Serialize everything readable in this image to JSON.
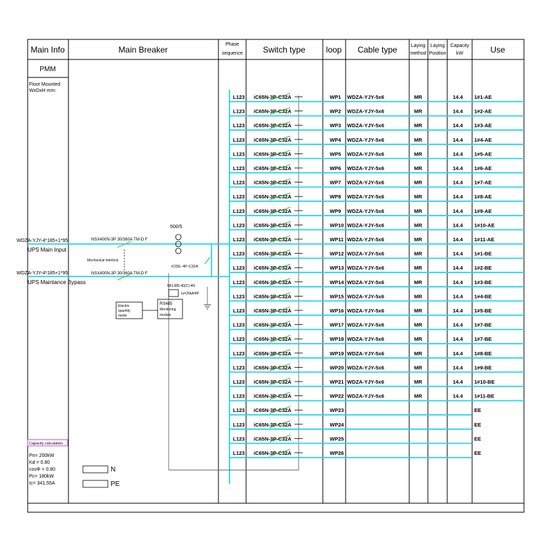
{
  "headers": {
    "main_info": "Main Info",
    "main_breaker": "Main Breaker",
    "phase_1": "Phase",
    "phase_2": "sequence",
    "switch_type": "Switch type",
    "loop": "loop",
    "cable_type": "Cable type",
    "laying_method_1": "Laying",
    "laying_method_2": "method",
    "laying_position_1": "Laying",
    "laying_position_2": "Position",
    "capacity_1": "Capacity",
    "capacity_2": "kW",
    "use": "Use"
  },
  "main_info": {
    "name": "PMM",
    "mount_1": "Floor Mounted",
    "mount_2": "WxDxH mm:",
    "capacity_title": "Capacity calculation",
    "pn": "Pn= 200kW",
    "kd": "Kd = 0.80",
    "cos": "cosΦ = 0.80",
    "pc": "Pc= 180kW",
    "ic": "Ic= 341.55A"
  },
  "breaker": {
    "ct": "500/5",
    "cable_main": "WDZA-YJY-4*185+1*95",
    "cable_bypass": "WDZA-YJY-4*185+1*95",
    "label_main": "UPS Main Input",
    "label_bypass": "UPS Maintance Bypass",
    "breaker_main": "NSX400N-3P 30/360A TM-D F",
    "breaker_bypass": "NSX400N-3P 30/360A TM-D F",
    "interlock": "Mechanical interlock",
    "spd_breaker": "iC65L-4P-C32A",
    "spd_1": "NFL385-40(C)-4N",
    "spd_2": "Iu=20kA/4P",
    "meter_1": "Electric",
    "meter_2": "quantity",
    "meter_3": "meter",
    "mod_1": "RS485",
    "mod_2": "Monitoring",
    "mod_3": "module",
    "legend_n": "N",
    "legend_pe": "PE"
  },
  "rows": [
    {
      "phase": "L123",
      "switch": "iC65N-3P-C32A",
      "loop": "WP1",
      "cable": "WDZA-YJY-5x6",
      "method": "MR",
      "capacity": "14.4",
      "use": "1#1-AE"
    },
    {
      "phase": "L123",
      "switch": "iC65N-3P-C32A",
      "loop": "WP2",
      "cable": "WDZA-YJY-5x6",
      "method": "MR",
      "capacity": "14.4",
      "use": "1#2-AE"
    },
    {
      "phase": "L123",
      "switch": "iC65N-3P-C32A",
      "loop": "WP3",
      "cable": "WDZA-YJY-5x6",
      "method": "MR",
      "capacity": "14.4",
      "use": "1#3-AE"
    },
    {
      "phase": "L123",
      "switch": "iC65N-3P-C32A",
      "loop": "WP4",
      "cable": "WDZA-YJY-5x6",
      "method": "MR",
      "capacity": "14.4",
      "use": "1#4-AE"
    },
    {
      "phase": "L123",
      "switch": "iC65N-3P-C32A",
      "loop": "WP5",
      "cable": "WDZA-YJY-5x6",
      "method": "MR",
      "capacity": "14.4",
      "use": "1#5-AE"
    },
    {
      "phase": "L123",
      "switch": "iC65N-3P-C32A",
      "loop": "WP6",
      "cable": "WDZA-YJY-5x6",
      "method": "MR",
      "capacity": "14.4",
      "use": "1#6-AE"
    },
    {
      "phase": "L123",
      "switch": "iC65N-3P-C32A",
      "loop": "WP7",
      "cable": "WDZA-YJY-5x6",
      "method": "MR",
      "capacity": "14.4",
      "use": "1#7-AE"
    },
    {
      "phase": "L123",
      "switch": "iC65N-3P-C32A",
      "loop": "WP8",
      "cable": "WDZA-YJY-5x6",
      "method": "MR",
      "capacity": "14.4",
      "use": "1#8-AE"
    },
    {
      "phase": "L123",
      "switch": "iC65N-3P-C32A",
      "loop": "WP9",
      "cable": "WDZA-YJY-5x6",
      "method": "MR",
      "capacity": "14.4",
      "use": "1#9-AE"
    },
    {
      "phase": "L123",
      "switch": "iC65N-3P-C32A",
      "loop": "WP10",
      "cable": "WDZA-YJY-5x6",
      "method": "MR",
      "capacity": "14.4",
      "use": "1#10-AE"
    },
    {
      "phase": "L123",
      "switch": "iC65N-3P-C32A",
      "loop": "WP11",
      "cable": "WDZA-YJY-5x6",
      "method": "MR",
      "capacity": "14.4",
      "use": "1#11-AE"
    },
    {
      "phase": "L123",
      "switch": "iC65N-3P-C32A",
      "loop": "WP12",
      "cable": "WDZA-YJY-5x6",
      "method": "MR",
      "capacity": "14.4",
      "use": "1#1-BE"
    },
    {
      "phase": "L123",
      "switch": "iC65N-3P-C32A",
      "loop": "WP13",
      "cable": "WDZA-YJY-5x6",
      "method": "MR",
      "capacity": "14.4",
      "use": "1#2-BE"
    },
    {
      "phase": "L123",
      "switch": "iC65N-3P-C32A",
      "loop": "WP14",
      "cable": "WDZA-YJY-5x6",
      "method": "MR",
      "capacity": "14.4",
      "use": "1#3-BE"
    },
    {
      "phase": "L123",
      "switch": "iC65N-3P-C32A",
      "loop": "WP15",
      "cable": "WDZA-YJY-5x6",
      "method": "MR",
      "capacity": "14.4",
      "use": "1#4-BE"
    },
    {
      "phase": "L123",
      "switch": "iC65N-3P-C32A",
      "loop": "WP16",
      "cable": "WDZA-YJY-5x6",
      "method": "MR",
      "capacity": "14.4",
      "use": "1#5-BE"
    },
    {
      "phase": "L123",
      "switch": "iC65N-3P-C32A",
      "loop": "WP17",
      "cable": "WDZA-YJY-5x6",
      "method": "MR",
      "capacity": "14.4",
      "use": "1#7-BE"
    },
    {
      "phase": "L123",
      "switch": "iC65N-3P-C32A",
      "loop": "WP18",
      "cable": "WDZA-YJY-5x6",
      "method": "MR",
      "capacity": "14.4",
      "use": "1#7-BE"
    },
    {
      "phase": "L123",
      "switch": "iC65N-3P-C32A",
      "loop": "WP19",
      "cable": "WDZA-YJY-5x6",
      "method": "MR",
      "capacity": "14.4",
      "use": "1#8-BE"
    },
    {
      "phase": "L123",
      "switch": "iC65N-3P-C32A",
      "loop": "WP20",
      "cable": "WDZA-YJY-5x6",
      "method": "MR",
      "capacity": "14.4",
      "use": "1#9-BE"
    },
    {
      "phase": "L123",
      "switch": "iC65N-3P-C32A",
      "loop": "WP21",
      "cable": "WDZA-YJY-5x6",
      "method": "MR",
      "capacity": "14.4",
      "use": "1#10-BE"
    },
    {
      "phase": "L123",
      "switch": "iC65N-3P-C32A",
      "loop": "WP22",
      "cable": "WDZA-YJY-5x6",
      "method": "MR",
      "capacity": "14.4",
      "use": "1#11-BE"
    },
    {
      "phase": "L123",
      "switch": "iC65N-3P-C32A",
      "loop": "WP23",
      "cable": "",
      "method": "",
      "capacity": "",
      "use": "EE"
    },
    {
      "phase": "L123",
      "switch": "iC65N-3P-C32A",
      "loop": "WP24",
      "cable": "",
      "method": "",
      "capacity": "",
      "use": "EE"
    },
    {
      "phase": "L123",
      "switch": "iC65N-3P-C32A",
      "loop": "WP25",
      "cable": "",
      "method": "",
      "capacity": "",
      "use": "EE"
    },
    {
      "phase": "L123",
      "switch": "iC65N-3P-C32A",
      "loop": "WP26",
      "cable": "",
      "method": "",
      "capacity": "",
      "use": "EE"
    }
  ],
  "colors": {
    "bus": "#27d6e6",
    "breaker": "#3fc83f",
    "control": "#666666",
    "calc_box": "#d43fd4"
  }
}
